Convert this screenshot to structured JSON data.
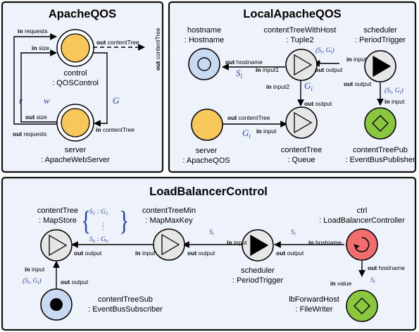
{
  "colors": {
    "panel_bg": "#eef2fb",
    "orange": "#f8c75c",
    "green": "#8bc63f",
    "red": "#f26d6d",
    "blue": "#c8d9f2",
    "gray": "#e6e6e6",
    "math": "#2a3fb5"
  },
  "ports": {
    "in": "in",
    "out": "out"
  },
  "qos": {
    "title": "ApacheQOS",
    "control": {
      "name": "control",
      "type": ": QOSControl",
      "icon": "fixed-point-orange-node-icon"
    },
    "server": {
      "name": "server",
      "type": ": ApacheWebServer",
      "icon": "fixed-point-orange-node-icon"
    },
    "requests": "requests",
    "size": "size",
    "contentTree": "contentTree",
    "outside_label": "contentTree",
    "r": "r",
    "w": "w",
    "G": "G"
  },
  "local": {
    "title": "LocalApacheQOS",
    "hostname": {
      "name": "hostname",
      "type": ": Hostname",
      "icon": "ring-node-icon",
      "port": "hostname",
      "math": "S"
    },
    "cth": {
      "name": "contentTreeWithHost",
      "type": ": Tuple2",
      "icon": "triangle-node-icon",
      "input1": "input1",
      "input2": "input2",
      "output": "output"
    },
    "scheduler": {
      "name": "scheduler",
      "type": ": PeriodTrigger",
      "icon": "black-triangle-node-icon",
      "input": "input",
      "output": "output"
    },
    "server": {
      "name": "server",
      "type": ": ApacheQOS",
      "icon": "orange-circle-icon",
      "port": "contentTree"
    },
    "queue": {
      "name": "contentTree",
      "type": ": Queue",
      "icon": "triangle-node-icon",
      "input": "input",
      "output": "output"
    },
    "pub": {
      "name": "contentTreePub",
      "type": ": EventBusPublisher",
      "icon": "diamond-node-icon",
      "input": "input"
    },
    "SiGi": "(S",
    "Gi": "G"
  },
  "lb": {
    "title": "LoadBalancerControl",
    "store": {
      "name": "contentTree",
      "type": ": MapStore",
      "icon": "triangle-node-icon",
      "input": "input",
      "output": "output"
    },
    "minkey": {
      "name": "contentTreeMin",
      "type": ": MapMaxKey",
      "icon": "triangle-node-icon",
      "input": "input",
      "output": "output"
    },
    "scheduler": {
      "name": "scheduler",
      "type": ": PeriodTrigger",
      "icon": "black-triangle-node-icon",
      "input": "input",
      "output": "output"
    },
    "ctrl": {
      "name": "ctrl",
      "type": ": LoadBalancerController",
      "icon": "cycle-arrow-node-icon",
      "port": "hostname",
      "out_port": "hostname"
    },
    "sub": {
      "name": "contentTreeSub",
      "type": ": EventBusSubscriber",
      "icon": "black-dot-node-icon",
      "output": "output"
    },
    "writer": {
      "name": "lbForwardHost",
      "type": ": FileWriter",
      "icon": "diamond-node-icon",
      "input": "value"
    },
    "map_top": "S",
    "map_dots": ":",
    "map_bottom": "S"
  }
}
